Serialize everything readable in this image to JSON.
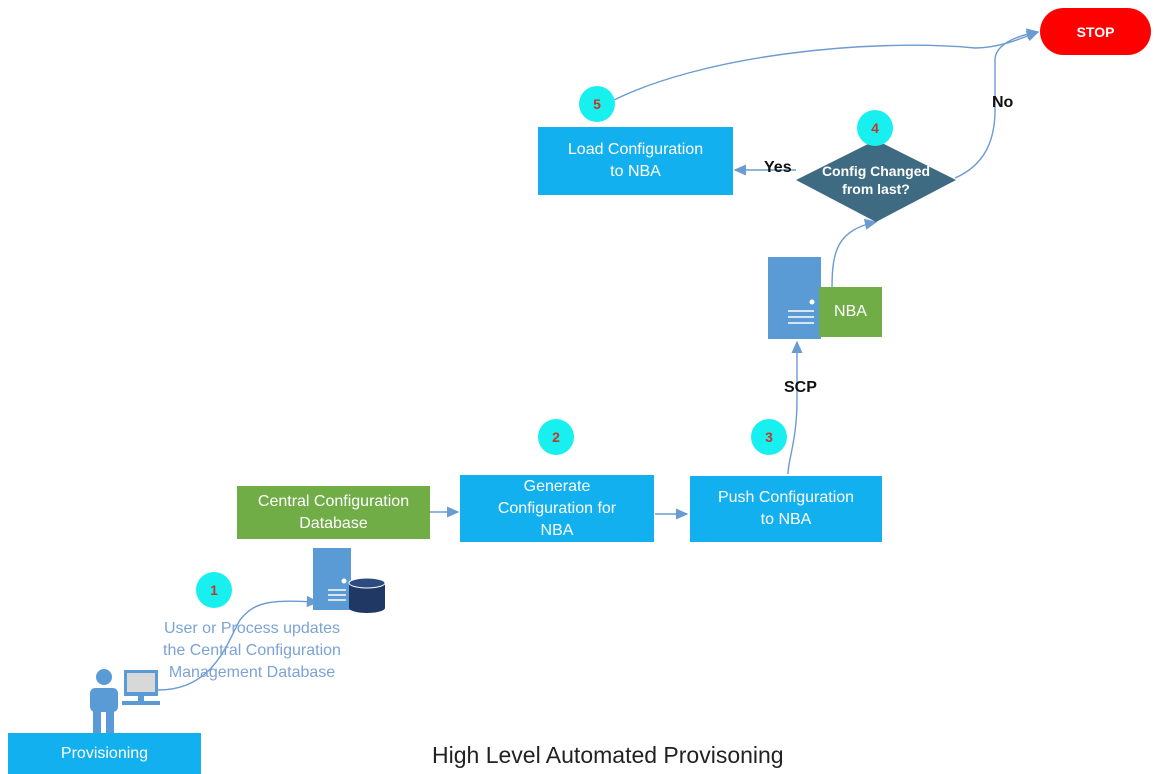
{
  "title": "High Level Automated Provisoning",
  "badges": [
    "1",
    "2",
    "3",
    "4",
    "5"
  ],
  "boxes": {
    "central_db": "Central Configuration\nDatabase",
    "generate": "Generate\nConfiguration for\nNBA",
    "push": "Push Configuration\nto NBA",
    "load": "Load Configuration\nto NBA",
    "nba": "NBA",
    "provisioning": "Provisioning"
  },
  "decision": "Config Changed\nfrom last?",
  "stop": "STOP",
  "labels": {
    "yes": "Yes",
    "no": "No",
    "scp": "SCP"
  },
  "note": "User or Process updates\nthe Central Configuration\nManagement Database",
  "icons": [
    "user-at-computer-icon",
    "server-icon",
    "database-icon"
  ],
  "colors": {
    "process_blue": "#13b0ef",
    "data_green": "#70ad47",
    "decision": "#3e6b82",
    "badge": "#18f0f0",
    "badge_text": "#c0392b",
    "stop": "#ff0000",
    "server": "#5b9bd5",
    "database": "#1f3864",
    "connector": "#6b9bd1"
  }
}
